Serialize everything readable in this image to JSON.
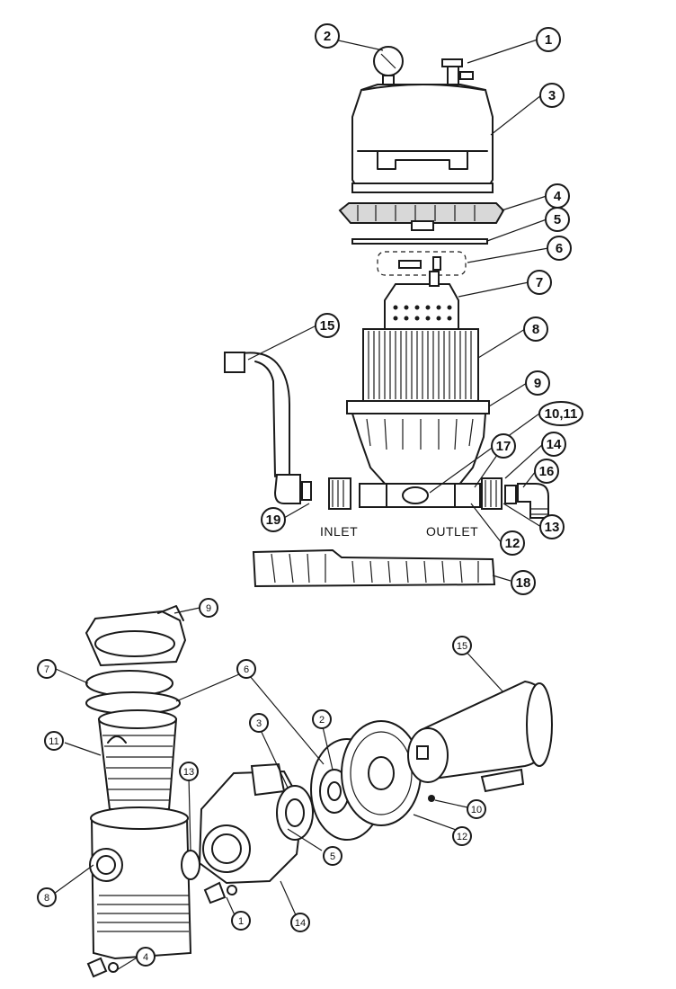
{
  "filter": {
    "callouts": [
      {
        "id": "f-1",
        "label": "1"
      },
      {
        "id": "f-2",
        "label": "2"
      },
      {
        "id": "f-3",
        "label": "3"
      },
      {
        "id": "f-4",
        "label": "4"
      },
      {
        "id": "f-5",
        "label": "5"
      },
      {
        "id": "f-6",
        "label": "6"
      },
      {
        "id": "f-7",
        "label": "7"
      },
      {
        "id": "f-8",
        "label": "8"
      },
      {
        "id": "f-9",
        "label": "9"
      },
      {
        "id": "f-10-11",
        "label": "10,11"
      },
      {
        "id": "f-12",
        "label": "12"
      },
      {
        "id": "f-13",
        "label": "13"
      },
      {
        "id": "f-14",
        "label": "14"
      },
      {
        "id": "f-15",
        "label": "15"
      },
      {
        "id": "f-16",
        "label": "16"
      },
      {
        "id": "f-17",
        "label": "17"
      },
      {
        "id": "f-18",
        "label": "18"
      },
      {
        "id": "f-19",
        "label": "19"
      }
    ],
    "inlet_text": "INLET",
    "outlet_text": "OUTLET"
  },
  "pump": {
    "callouts": [
      {
        "id": "p-1",
        "label": "1"
      },
      {
        "id": "p-2",
        "label": "2"
      },
      {
        "id": "p-3",
        "label": "3"
      },
      {
        "id": "p-4",
        "label": "4"
      },
      {
        "id": "p-5",
        "label": "5"
      },
      {
        "id": "p-6",
        "label": "6"
      },
      {
        "id": "p-7",
        "label": "7"
      },
      {
        "id": "p-8",
        "label": "8"
      },
      {
        "id": "p-9",
        "label": "9"
      },
      {
        "id": "p-10",
        "label": "10"
      },
      {
        "id": "p-11",
        "label": "11"
      },
      {
        "id": "p-12",
        "label": "12"
      },
      {
        "id": "p-13",
        "label": "13"
      },
      {
        "id": "p-14",
        "label": "14"
      },
      {
        "id": "p-15",
        "label": "15"
      }
    ]
  }
}
